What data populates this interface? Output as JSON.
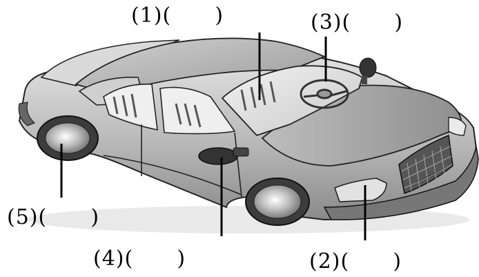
{
  "labels": {
    "l1": "(1)(      )",
    "l2": "(2)(      )",
    "l3": "(3)(      )",
    "l4": "(4)(      )",
    "l5": "(5)(      )"
  }
}
